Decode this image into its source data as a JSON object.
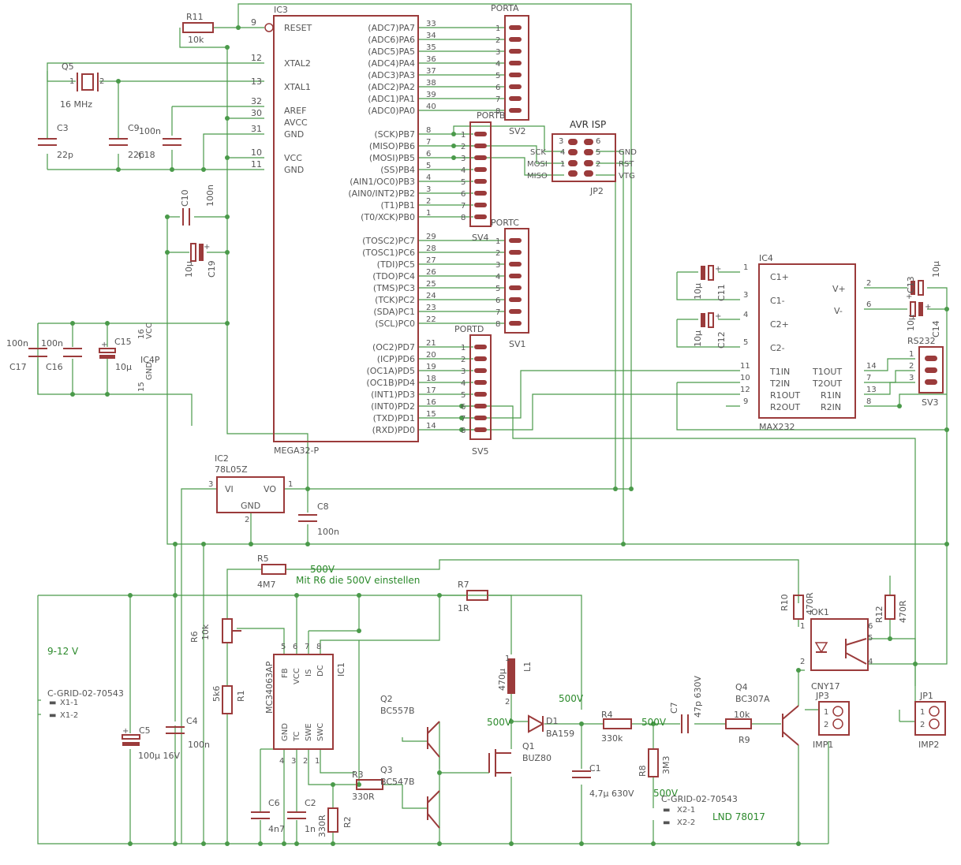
{
  "ic3": {
    "name": "IC3",
    "part": "MEGA32-P",
    "left_pins": [
      {
        "num": "9",
        "label": "RESET"
      },
      {
        "num": "12",
        "label": "XTAL2"
      },
      {
        "num": "13",
        "label": "XTAL1"
      },
      {
        "num": "32",
        "label": "AREF"
      },
      {
        "num": "30",
        "label": "AVCC"
      },
      {
        "num": "31",
        "label": "GND"
      },
      {
        "num": "10",
        "label": "VCC"
      },
      {
        "num": "11",
        "label": "GND"
      }
    ],
    "porta_pins": [
      {
        "num": "33",
        "label": "(ADC7)PA7"
      },
      {
        "num": "34",
        "label": "(ADC6)PA6"
      },
      {
        "num": "35",
        "label": "(ADC5)PA5"
      },
      {
        "num": "36",
        "label": "(ADC4)PA4"
      },
      {
        "num": "37",
        "label": "(ADC3)PA3"
      },
      {
        "num": "38",
        "label": "(ADC2)PA2"
      },
      {
        "num": "39",
        "label": "(ADC1)PA1"
      },
      {
        "num": "40",
        "label": "(ADC0)PA0"
      }
    ],
    "portb_pins": [
      {
        "num": "8",
        "label": "(SCK)PB7"
      },
      {
        "num": "7",
        "label": "(MISO)PB6"
      },
      {
        "num": "6",
        "label": "(MOSI)PB5"
      },
      {
        "num": "5",
        "label": "(SS)PB4"
      },
      {
        "num": "4",
        "label": "(AIN1/OC0)PB3"
      },
      {
        "num": "3",
        "label": "(AIN0/INT2)PB2"
      },
      {
        "num": "2",
        "label": "(T1)PB1"
      },
      {
        "num": "1",
        "label": "(T0/XCK)PB0"
      }
    ],
    "portc_pins": [
      {
        "num": "29",
        "label": "(TOSC2)PC7"
      },
      {
        "num": "28",
        "label": "(TOSC1)PC6"
      },
      {
        "num": "27",
        "label": "(TDI)PC5"
      },
      {
        "num": "26",
        "label": "(TDO)PC4"
      },
      {
        "num": "25",
        "label": "(TMS)PC3"
      },
      {
        "num": "24",
        "label": "(TCK)PC2"
      },
      {
        "num": "23",
        "label": "(SDA)PC1"
      },
      {
        "num": "22",
        "label": "(SCL)PC0"
      }
    ],
    "portd_pins": [
      {
        "num": "21",
        "label": "(OC2)PD7"
      },
      {
        "num": "20",
        "label": "(ICP)PD6"
      },
      {
        "num": "19",
        "label": "(OC1A)PD5"
      },
      {
        "num": "18",
        "label": "(OC1B)PD4"
      },
      {
        "num": "17",
        "label": "(INT1)PD3"
      },
      {
        "num": "16",
        "label": "(INT0)PD2"
      },
      {
        "num": "15",
        "label": "(TXD)PD1"
      },
      {
        "num": "14",
        "label": "(RXD)PD0"
      }
    ]
  },
  "headers": [
    {
      "title": "PORTA",
      "name": "SV2",
      "pins": [
        "1",
        "2",
        "3",
        "4",
        "5",
        "6",
        "7",
        "8"
      ]
    },
    {
      "title": "PORTB",
      "name": "SV4",
      "pins": [
        "1",
        "2",
        "3",
        "4",
        "5",
        "6",
        "7",
        "8"
      ]
    },
    {
      "title": "PORTC",
      "name": "SV1",
      "pins": [
        "1",
        "2",
        "3",
        "4",
        "5",
        "6",
        "7",
        "8"
      ]
    },
    {
      "title": "PORTD",
      "name": "SV5",
      "pins": [
        "1",
        "2",
        "3",
        "4",
        "5",
        "6",
        "7",
        "8"
      ]
    }
  ],
  "isp": {
    "title": "AVR ISP",
    "name": "JP2",
    "left_labels": [
      "SCK",
      "MOSI",
      "MISO"
    ],
    "left_nums": [
      "3",
      "4",
      "1"
    ],
    "right_nums": [
      "6",
      "5",
      "2"
    ],
    "right_labels": [
      "GND",
      "RST",
      "VTG"
    ]
  },
  "ic4": {
    "name": "IC4",
    "part": "MAX232",
    "left_pins": [
      {
        "num": "1",
        "label": "C1+"
      },
      {
        "num": "3",
        "label": "C1-"
      },
      {
        "num": "4",
        "label": "C2+"
      },
      {
        "num": "5",
        "label": "C2-"
      },
      {
        "num": "11",
        "label": "T1IN"
      },
      {
        "num": "10",
        "label": "T2IN"
      },
      {
        "num": "12",
        "label": "R1OUT"
      },
      {
        "num": "9",
        "label": "R2OUT"
      }
    ],
    "right_pins": [
      {
        "num": "2",
        "label": "V+"
      },
      {
        "num": "6",
        "label": "V-"
      },
      {
        "num": "14",
        "label": "T1OUT"
      },
      {
        "num": "7",
        "label": "T2OUT"
      },
      {
        "num": "13",
        "label": "R1IN"
      },
      {
        "num": "8",
        "label": "R2IN"
      }
    ]
  },
  "rs232": {
    "title": "RS232",
    "name": "SV3",
    "pins": [
      "1",
      "2",
      "3"
    ]
  },
  "ic1": {
    "name": "IC1",
    "part": "MC34063AP",
    "top_pins": [
      {
        "num": "5",
        "label": "FB"
      },
      {
        "num": "6",
        "label": "VCC"
      },
      {
        "num": "7",
        "label": "IS"
      },
      {
        "num": "8",
        "label": "DC"
      }
    ],
    "bottom_pins": [
      {
        "num": "4",
        "label": "GND"
      },
      {
        "num": "3",
        "label": "TC"
      },
      {
        "num": "2",
        "label": "SWE"
      },
      {
        "num": "1",
        "label": "SWC"
      }
    ]
  },
  "ic2": {
    "name": "IC2",
    "part": "78L05Z",
    "vi": "VI",
    "vo": "VO",
    "gnd": "GND",
    "pin_vi": "3",
    "pin_vo": "1",
    "pin_gnd": "2"
  },
  "ic4p": {
    "name": "IC4P",
    "vcc": "VCC",
    "gnd": "GND",
    "pin_vcc": "16",
    "pin_gnd": "15"
  },
  "optocoupler": {
    "name": "OK1",
    "part": "CNY17",
    "pins": [
      "1",
      "2",
      "6",
      "5",
      "4"
    ]
  },
  "labels": {
    "r11": "R11",
    "r11v": "10k",
    "q5": "Q5",
    "q5v": "16 MHz",
    "q5p1": "1",
    "q5p2": "2",
    "c3": "C3",
    "c3v": "22p",
    "c9": "C9",
    "c9v": "22p",
    "c18": "C18",
    "c18v": "100n",
    "c10": "C10",
    "c10v": "100n",
    "c19": "C19",
    "c19v": "10µ",
    "c17": "C17",
    "c17v": "100n",
    "c16": "C16",
    "c16v": "100n",
    "c15": "C15",
    "c15v": "10µ",
    "c8": "C8",
    "c8v": "100n",
    "c11": "C11",
    "c11v": "10µ",
    "c12": "C12",
    "c12v": "10µ",
    "c13": "C13",
    "c13v": "10µ",
    "c14": "C14",
    "c14v": "10µ",
    "r5": "R5",
    "r5v": "4M7",
    "r6": "R6",
    "r6v": "10k",
    "r1": "R1",
    "r1v": "5k6",
    "r7": "R7",
    "r7v": "1R",
    "l1": "L1",
    "l1v": "470µ",
    "r3": "R3",
    "r3v": "330R",
    "r2": "R2",
    "r2v": "330R",
    "c6": "C6",
    "c6v": "4n7",
    "c2": "C2",
    "c2v": "1n",
    "c5": "C5",
    "c5v": "100µ 16V",
    "c4": "C4",
    "c4v": "100n",
    "q2": "Q2",
    "q2v": "BC557B",
    "q3": "Q3",
    "q3v": "BC547B",
    "q1": "Q1",
    "q1v": "BUZ80",
    "d1": "D1",
    "d1v": "BA159",
    "r4": "R4",
    "r4v": "330k",
    "c1": "C1",
    "c1v": "4,7µ 630V",
    "r8": "R8",
    "r8v": "3M3",
    "c7": "C7",
    "c7v": "47p 630V",
    "r9": "R9",
    "r9v": "10k",
    "q4": "Q4",
    "q4v": "BC307A",
    "r10": "R10",
    "r10v": "470R",
    "r12": "R12",
    "r12v": "470R",
    "jp3": "JP3",
    "imp1": "IMP1",
    "jp1": "JP1",
    "imp2": "IMP2",
    "x1": "C-GRID-02-70543",
    "x1_1": "X1-1",
    "x1_2": "X1-2",
    "x2": "C-GRID-02-70543",
    "x2_1": "X2-1",
    "x2_2": "X2-2",
    "supply": "9-12 V",
    "v500a": "500V",
    "note": "Mit R6 die 500V einstellen",
    "v500b": "500V",
    "v500c": "500V",
    "v500d": "500V",
    "v500e": "500V",
    "tube": "LND 78017"
  },
  "colors": {
    "wire": "#4a9a4a",
    "part": "#9b3b3b",
    "text": "#555555",
    "net": "#2c8a2c"
  }
}
